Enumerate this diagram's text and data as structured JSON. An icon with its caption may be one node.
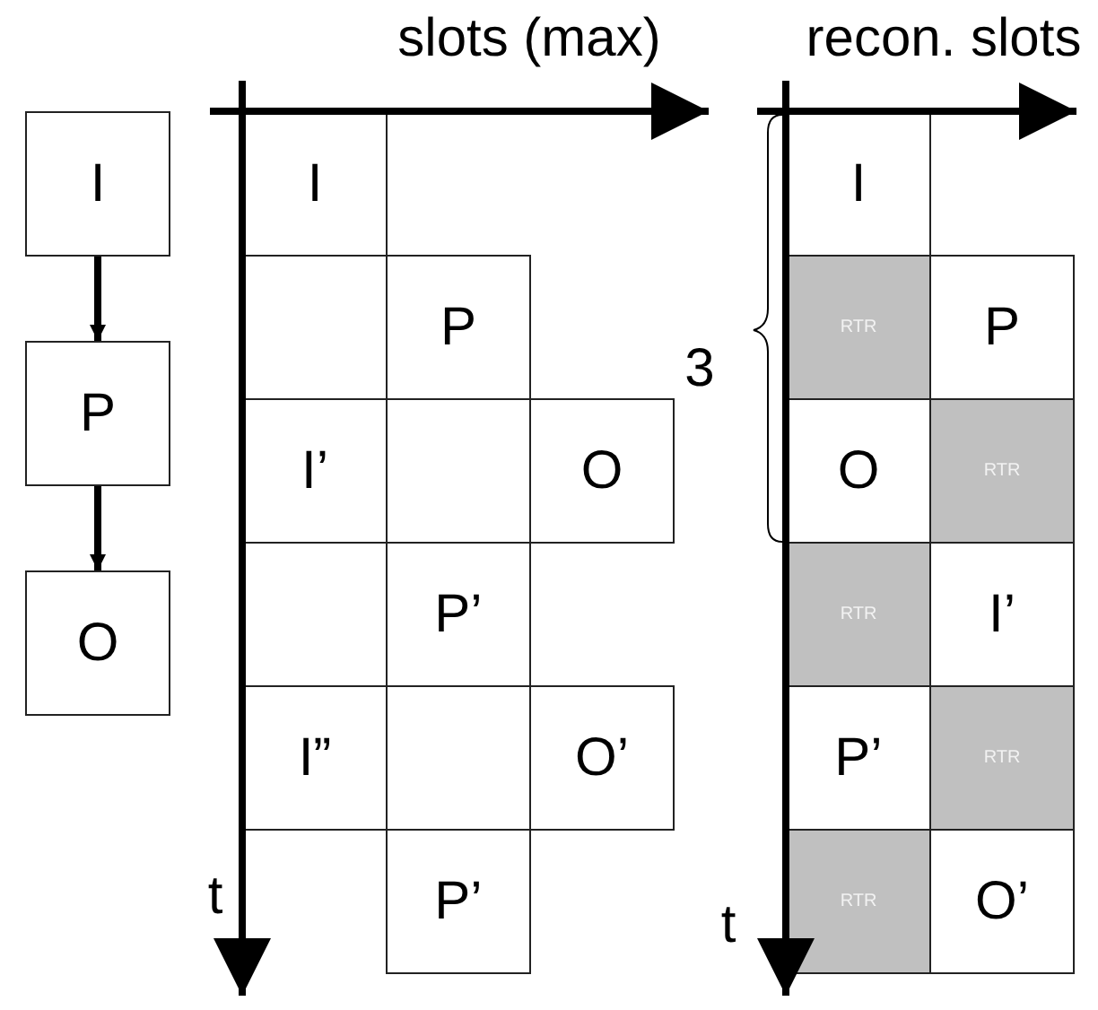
{
  "diagram": {
    "nodes": [
      {
        "text": [
          "I"
        ]
      },
      {
        "text": [
          "P"
        ]
      },
      {
        "text": [
          "O"
        ]
      }
    ],
    "edges": [
      {
        "from": 0,
        "to": 1,
        "arrow": "to"
      },
      {
        "from": 1,
        "to": 2,
        "arrow": "to"
      }
    ],
    "labels": [
      "slots (max)",
      "recon. slots",
      "I",
      "P",
      "I’",
      "O",
      "P’",
      "I”",
      "O’",
      "t",
      "P’",
      "3",
      "I",
      "RTR",
      "P",
      "O",
      "RTR",
      "RTR",
      "I’",
      "P’",
      "RTR",
      "t",
      "RTR",
      "O’"
    ]
  }
}
